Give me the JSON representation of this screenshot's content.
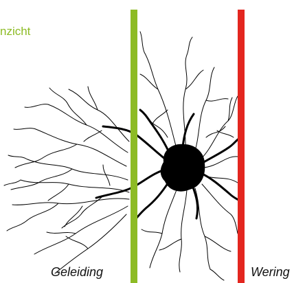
{
  "heading": "nzicht",
  "labels": {
    "left": "Geleiding",
    "right": "Wering"
  },
  "colors": {
    "heading": "#8dbb25",
    "left_bar": "#8dbb25",
    "right_bar": "#e3261f",
    "neuron": "#000000"
  }
}
